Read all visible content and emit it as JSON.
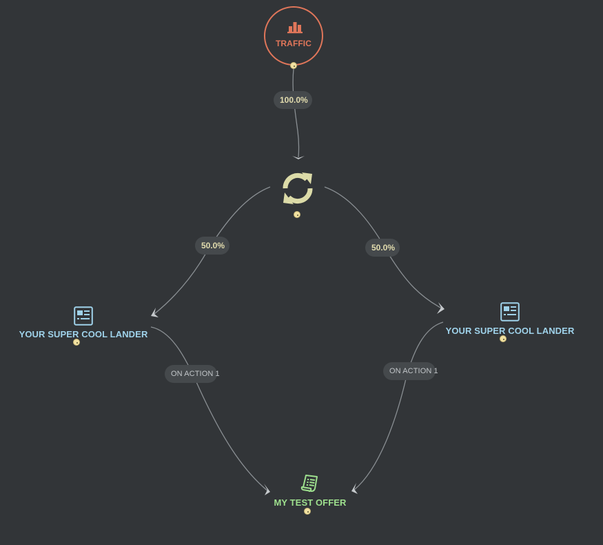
{
  "colors": {
    "background": "#323538",
    "traffic": "#e0765a",
    "rotator": "#dcdba8",
    "lander": "#9fd2ea",
    "offer": "#9ee08e",
    "edge": "#8a8f93",
    "pill_bg": "#45494c",
    "pill_pct_text": "#e2dcae",
    "pill_action_text": "#c2c6c9",
    "port": "#f2e2a2"
  },
  "nodes": {
    "traffic": {
      "label": "TRAFFIC",
      "icon": "bar-chart-icon"
    },
    "rotator": {
      "icon": "refresh-rotator-icon"
    },
    "lander_left": {
      "label": "YOUR SUPER COOL LANDER",
      "icon": "landing-page-icon"
    },
    "lander_right": {
      "label": "YOUR SUPER COOL LANDER",
      "icon": "landing-page-icon"
    },
    "offer": {
      "label": "MY TEST OFFER",
      "icon": "offer-document-icon"
    }
  },
  "edges": {
    "traffic_to_rotator": {
      "label": "100.0%"
    },
    "rotator_to_lander_left": {
      "label": "50.0%"
    },
    "rotator_to_lander_right": {
      "label": "50.0%"
    },
    "lander_left_to_offer": {
      "label": "ON ACTION 1"
    },
    "lander_right_to_offer": {
      "label": "ON ACTION 1"
    }
  }
}
